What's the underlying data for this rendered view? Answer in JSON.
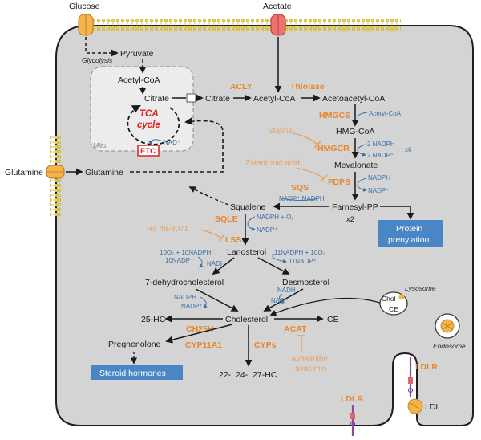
{
  "membrane_inputs": {
    "glucose": "Glucose",
    "acetate": "Acetate",
    "glutamine_outside": "Glutamine"
  },
  "glycolysis": {
    "label": "Glycolysis",
    "pyruvate": "Pyruvate"
  },
  "mitochondrion": {
    "label": "Mito.",
    "acetyl_coa": "Acetyl-CoA",
    "citrate": "Citrate",
    "tca_line1": "TCA",
    "tca_line2": "cycle",
    "etc": "ETC",
    "nad": "NAD⁺"
  },
  "glutamine_inside": "Glutamine",
  "pathway": {
    "citrate_cyto": "Citrate",
    "acetyl_coa_cyto": "Acetyl-CoA",
    "acetoacetyl_coa": "Acetoacetyl-CoA",
    "hmg_coa": "HMG-CoA",
    "mevalonate": "Mevalonate",
    "farnesyl_pp": "Farnesyl-PP",
    "x2": "x2",
    "squalene": "Squalene",
    "lanosterol": "Lanosterol",
    "dehydrocholesterol": "7-dehydrocholesterol",
    "desmosterol": "Desmosterol",
    "cholesterol": "Cholesterol",
    "hc25": "25-HC",
    "ce": "CE",
    "pregnenolone": "Pregnenolone",
    "hc_multi": "22-, 24-, 27-HC"
  },
  "enzymes": {
    "acly": "ACLY",
    "thiolase": "Thiolase",
    "hmgcs": "HMGCS",
    "hmgcr": "HMGCR",
    "fdps": "FDPS",
    "sqs": "SQS",
    "sqle": "SQLE",
    "lss": "LSS",
    "ch25h": "CH25H",
    "cyp11a1": "CYP11A1",
    "cyps": "CYPs",
    "acat": "ACAT"
  },
  "inhibitors": {
    "statins": "Statins",
    "zoledronic_acid": "Zoledronic acid",
    "ro": "Ro 48-8071",
    "avasimibe": "Avasimibe",
    "avasimin": "avasimin"
  },
  "cofactors": {
    "acetyl_coa_small": "Acetyl-CoA",
    "hmgcr_nadph": "2 NADPH",
    "hmgcr_nadp": "2 NADP⁺",
    "hmgcr_x6": "x6",
    "fdps_nadph": "NADPH",
    "fdps_nadp": "NADP⁺",
    "sqs_cof": "NADP⁺  NADPH",
    "sqle_nadph_o2": "NADPH + O₂",
    "sqle_nadp": "NADP⁺",
    "left_top": "10O₂ + 10NADPH",
    "left_mid": "10NADP⁺",
    "left_nadh": "NADH",
    "right_top": "11NADPH + 10O₂",
    "right_mid": "11NADP⁺",
    "desmo_nadh": "NADH",
    "desmo_nad": "NAD⁺",
    "dhc_nadph": "NADPH",
    "dhc_nadp": "NADP⁺"
  },
  "boxes": {
    "protein_prenylation_1": "Protein",
    "protein_prenylation_2": "prenylation",
    "steroid_hormones": "Steroid hormones"
  },
  "organelles": {
    "lysosome": "Lysosome",
    "chol": "Chol",
    "ce": "CE",
    "endosome": "Endosome"
  },
  "receptors": {
    "ldlr_right": "LDLR",
    "ldlr_bottom": "LDLR",
    "ldl": "LDL"
  },
  "colors": {
    "cell_fill": "#d4d4d4",
    "enzyme_orange": "#e8862a",
    "inhibitor_orange": "#e8a062",
    "cofactor_blue": "#3a6fa8",
    "tca_red": "#d9231f",
    "box_blue": "#4a86c6"
  }
}
